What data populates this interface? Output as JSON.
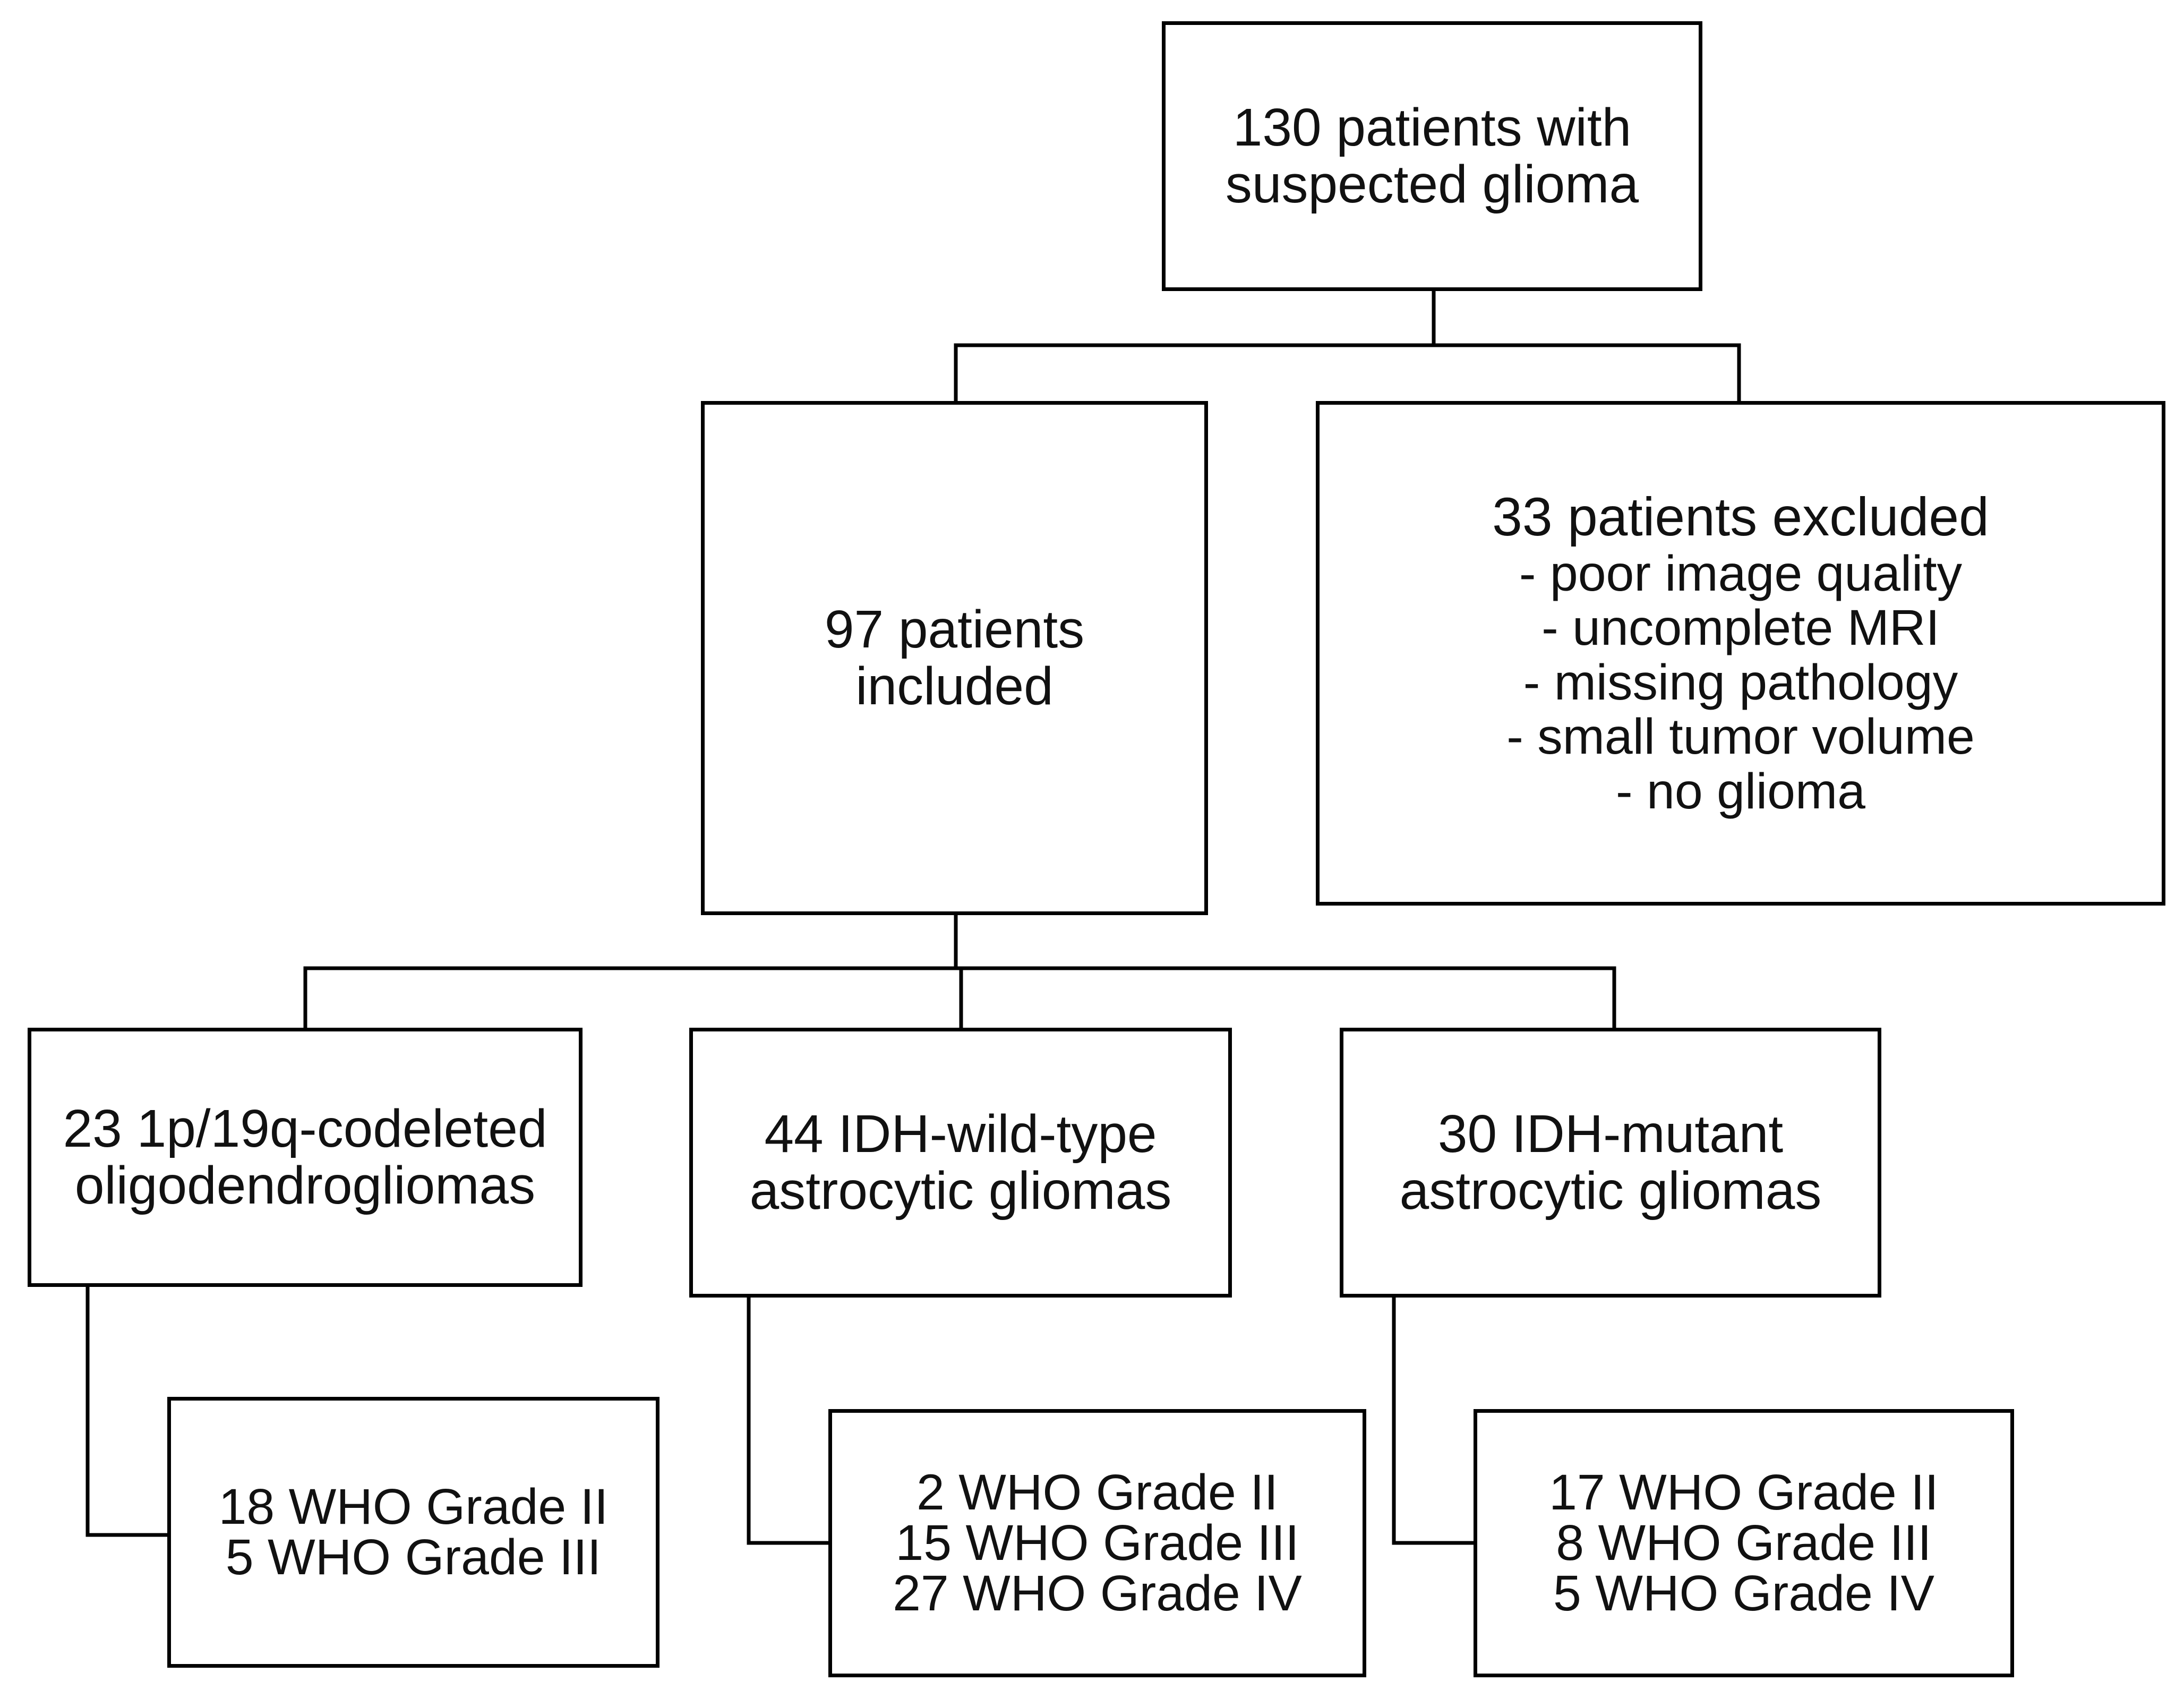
{
  "diagram": {
    "line_color": "#000000",
    "nodes": {
      "root": {
        "lines": [
          "130 patients with",
          "suspected glioma"
        ]
      },
      "included": {
        "lines": [
          "97 patients",
          "included"
        ]
      },
      "excluded": {
        "title": "33 patients excluded",
        "reasons": [
          "- poor image quality",
          "- uncomplete MRI",
          "- missing pathology",
          "- small tumor volume",
          "- no glioma"
        ]
      },
      "oligo": {
        "lines": [
          "23 1p/19q-codeleted",
          "oligodendrogliomas"
        ]
      },
      "idh_wt": {
        "lines": [
          "44 IDH-wild-type",
          "astrocytic gliomas"
        ]
      },
      "idh_mut": {
        "lines": [
          "30 IDH-mutant",
          "astrocytic gliomas"
        ]
      },
      "oligo_grades": {
        "lines": [
          "18 WHO Grade II",
          "5 WHO Grade III"
        ]
      },
      "idh_wt_grades": {
        "lines": [
          "2 WHO Grade II",
          "15 WHO Grade III",
          "27 WHO Grade IV"
        ]
      },
      "idh_mut_grades": {
        "lines": [
          "17 WHO Grade II",
          "8 WHO Grade III",
          "5 WHO Grade IV"
        ]
      }
    }
  }
}
